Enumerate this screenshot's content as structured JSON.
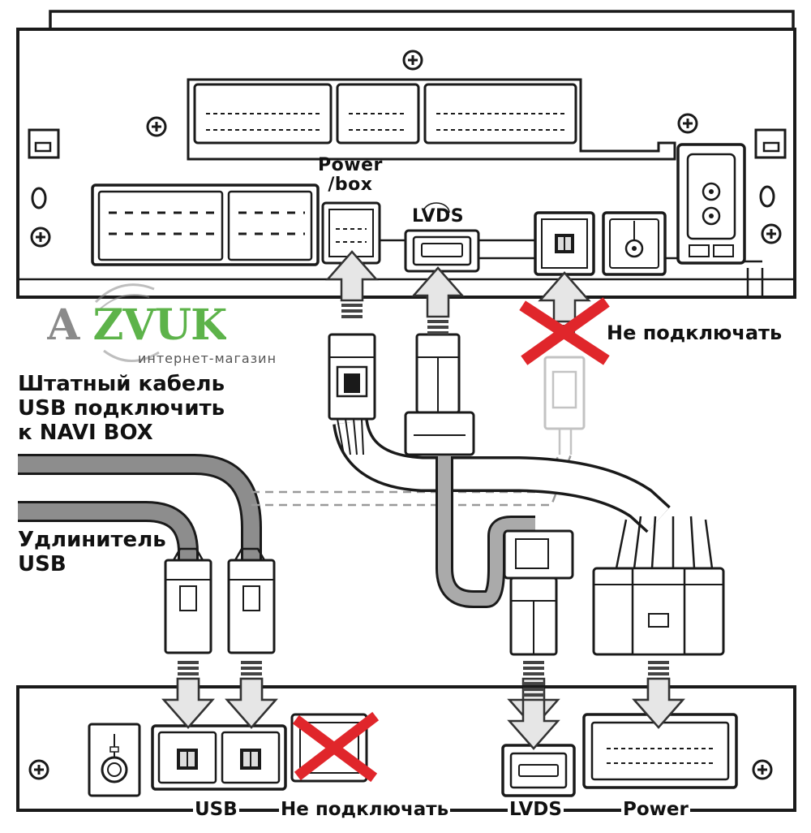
{
  "logo": {
    "text": "A ZVUK",
    "subtitle": "интернет-магазин",
    "color_a": "#8a8a8a",
    "color_zvuk": "#5db34a"
  },
  "labels": {
    "power_box": "Power\n/box",
    "lvds_top": "LVDS",
    "do_not_connect_top": "Не подключать",
    "stock_usb_cable": "Штатный кабель\nUSB подключить\nк NAVI BOX",
    "usb_extension": "Удлинитель\nUSB"
  },
  "bottom_labels": {
    "usb": "USB",
    "do_not_connect": "Не подключать",
    "lvds": "LVDS",
    "power": "Power"
  },
  "colors": {
    "outline": "#1a1a1a",
    "arrow_fill": "#e6e6e6",
    "cable_gray": "#9a9a9a",
    "cross_red": "#e0262b"
  }
}
